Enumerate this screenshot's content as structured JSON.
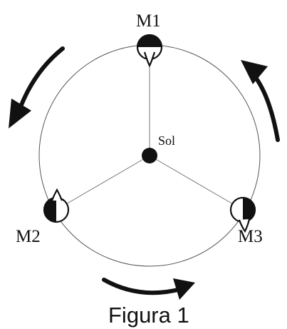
{
  "diagram": {
    "center_label": "Sol",
    "moons": [
      {
        "label": "M1"
      },
      {
        "label": "M2"
      },
      {
        "label": "M3"
      }
    ],
    "caption": "Figura 1",
    "colors": {
      "ink": "#111111",
      "orbit": "#555555",
      "background": "#ffffff"
    }
  }
}
